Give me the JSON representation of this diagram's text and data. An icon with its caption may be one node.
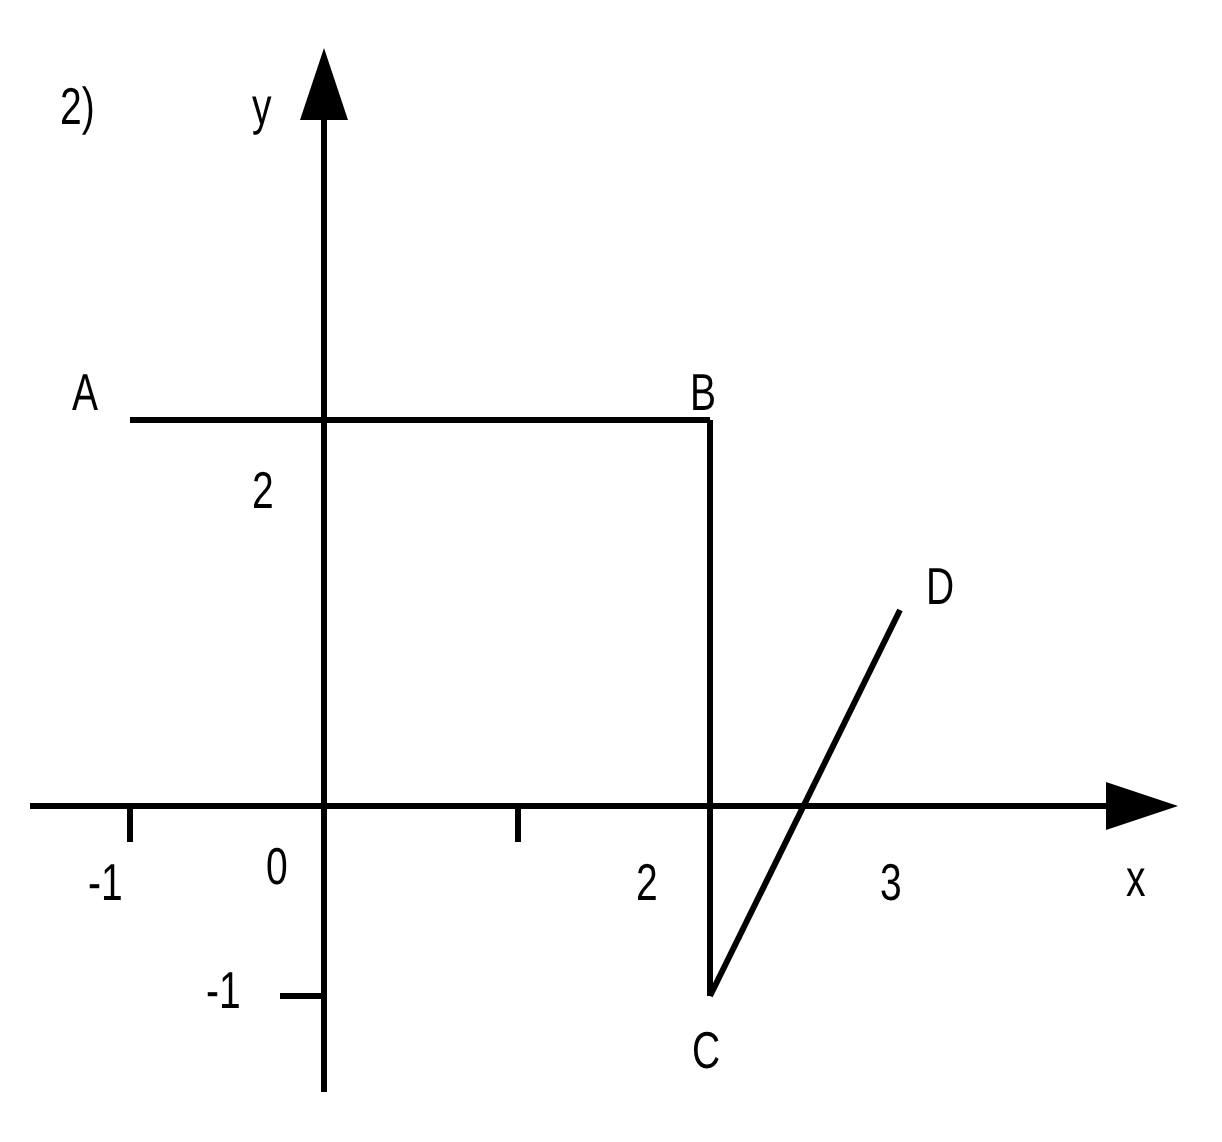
{
  "diagram": {
    "nodes": [
      {
        "text": [
          "A"
        ]
      },
      {
        "text": [
          "B"
        ]
      },
      {
        "text": [
          "C"
        ]
      },
      {
        "text": [
          "D"
        ]
      }
    ],
    "edges": [
      {
        "from": 0,
        "to": 1,
        "arrow": "none"
      },
      {
        "from": 1,
        "to": 2,
        "arrow": "none"
      },
      {
        "from": 2,
        "to": 3,
        "arrow": "none"
      }
    ],
    "labels": [
      "2)",
      "y",
      "2",
      "x",
      "-1",
      "0",
      "2",
      "3",
      "-1"
    ]
  }
}
